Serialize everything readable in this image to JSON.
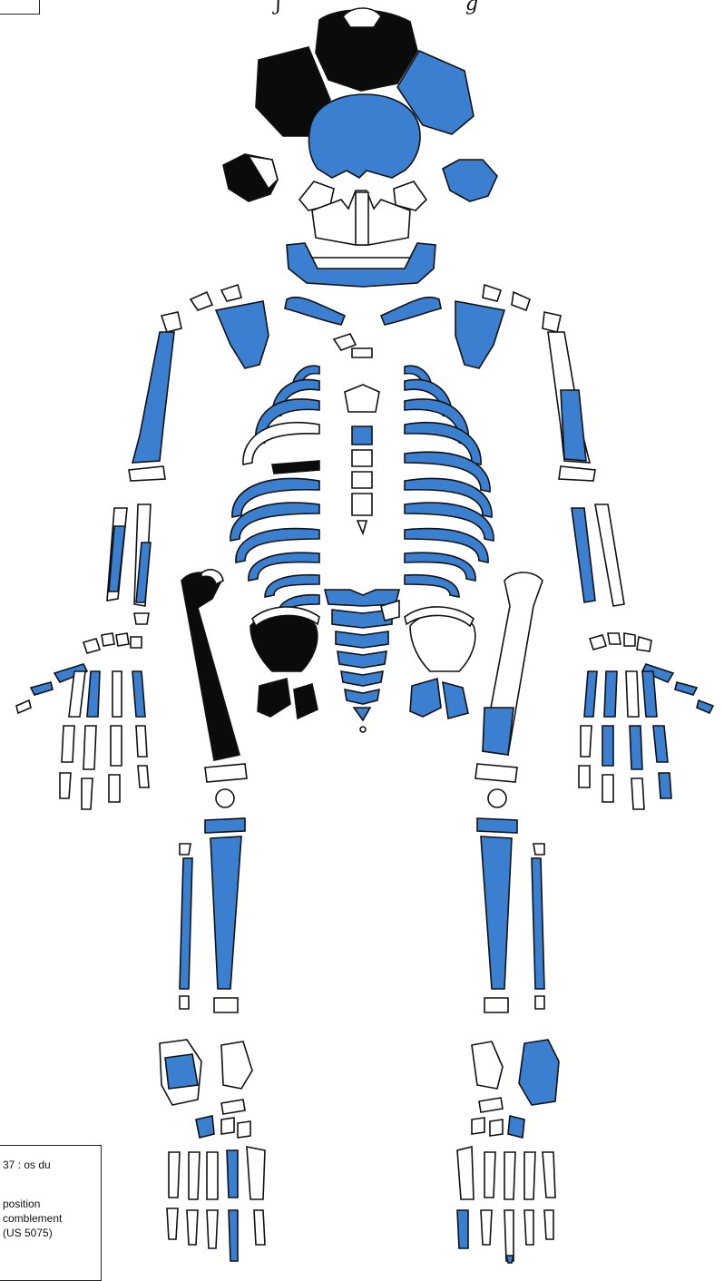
{
  "figure": {
    "top_note": "ʃ",
    "top_note_right": "g",
    "legend": {
      "line1": "37 : os du",
      "line2": "",
      "line3": "position",
      "line4": "comblement",
      "line5": "(US 5075)"
    }
  },
  "colors": {
    "present": "#3a7fd0",
    "other": "#0b0b0b",
    "absent": "#ffffff",
    "outline": "#111111"
  }
}
